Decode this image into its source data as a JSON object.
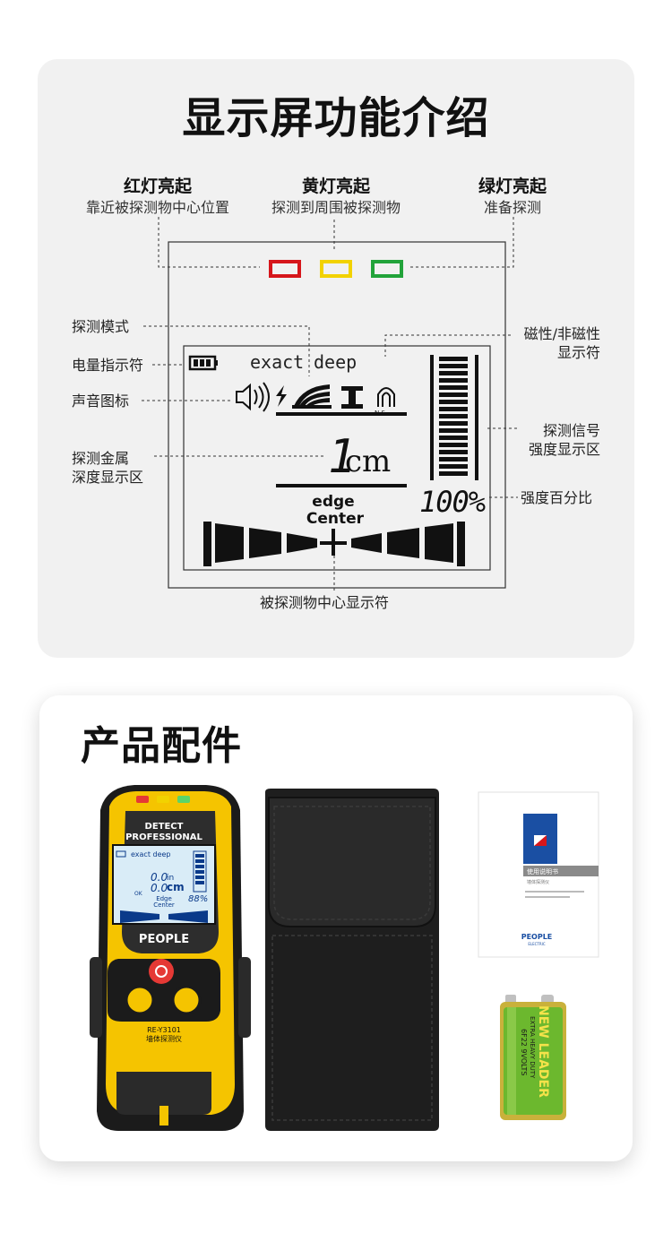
{
  "display_section": {
    "title": "显示屏功能介绍",
    "lamps": [
      {
        "head": "红灯亮起",
        "desc": "靠近被探测物中心位置",
        "color": "#d6161b"
      },
      {
        "head": "黄灯亮起",
        "desc": "探测到周围被探测物",
        "color": "#f2d200"
      },
      {
        "head": "绿灯亮起",
        "desc": "准备探测",
        "color": "#22a33a"
      }
    ],
    "labels": {
      "mode": "探测模式",
      "battery": "电量指示符",
      "sound": "声音图标",
      "depth_line1": "探测金属",
      "depth_line2": "深度显示区",
      "magnetic_line1": "磁性/非磁性",
      "magnetic_line2": "显示符",
      "signal_line1": "探测信号",
      "signal_line2": "强度显示区",
      "percent": "强度百分比",
      "center": "被探测物中心显示符"
    },
    "lcd": {
      "mode_exact": "exact",
      "mode_deep": "deep",
      "depth_value": "1",
      "depth_unit": "cm",
      "edge": "edge",
      "center": "Center",
      "percent_value": "100%",
      "ns": "N S"
    }
  },
  "accessories_section": {
    "title": "产品配件",
    "device": {
      "brand_line1": "DETECT",
      "brand_line2": "PROFESSIONAL",
      "logo": "PEOPLE",
      "model": "RE-Y3101",
      "model_cn": "墙体探测仪",
      "screen_exact": "exact deep",
      "screen_value": "0.0",
      "screen_unit_in": "in",
      "screen_unit_cm": "cm",
      "screen_edge": "Edge",
      "screen_center": "Center",
      "screen_ok": "OK",
      "screen_percent": "88%",
      "body_color": "#f5c400"
    },
    "manual": {
      "heading": "使用说明书",
      "sub": "墙体探测仪",
      "logo": "PEOPLE",
      "logo_sub": "ELECTRIC"
    },
    "battery": {
      "brand": "NEW LEADER",
      "line2": "EXTRA HEAVY DUTY",
      "line3": "6F22 9VOLTS",
      "color": "#6cb82e"
    }
  }
}
